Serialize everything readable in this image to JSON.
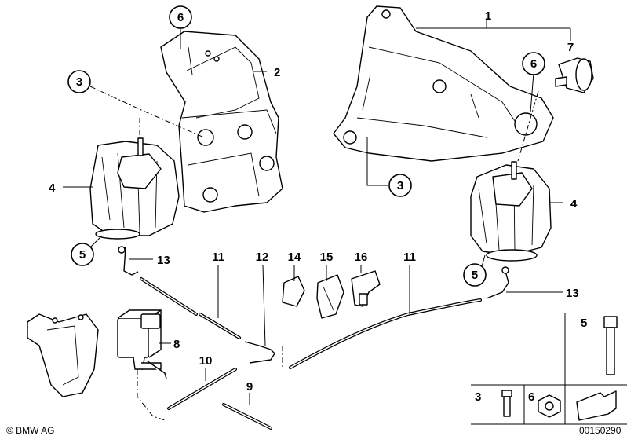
{
  "brand": {
    "copyright": "© BMW AG"
  },
  "diagram_id": "00150290",
  "callouts": {
    "c1": "1",
    "c2": "2",
    "c3a": "3",
    "c3b": "3",
    "c4a": "4",
    "c4b": "4",
    "c5a": "5",
    "c5b": "5",
    "c6a": "6",
    "c6b": "6",
    "c7": "7",
    "c8": "8",
    "c9": "9",
    "c10": "10",
    "c11a": "11",
    "c11b": "11",
    "c12": "12",
    "c13a": "13",
    "c13b": "13",
    "c14": "14",
    "c15": "15",
    "c16": "16"
  },
  "legend": {
    "k5": "5",
    "k3": "3",
    "k6": "6"
  }
}
